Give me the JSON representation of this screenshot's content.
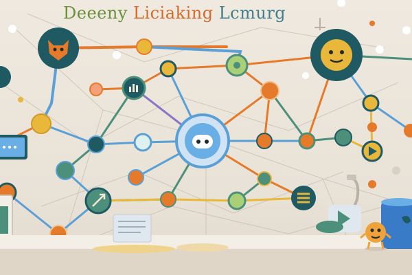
{
  "title": {
    "part1": "Deeeny",
    "part2": " Liciaking",
    "part3": " Lcmurg"
  },
  "colors": {
    "background": "#ece6dc",
    "link_blue": "#5a9fd6",
    "link_orange": "#e57a2a",
    "link_green": "#4c8f7a",
    "link_yellow": "#e9b73a",
    "node_dark": "#1f5a63",
    "node_center": "#6aaee6",
    "accent_purple": "#8a76c9"
  },
  "icons": [
    "robot-face-icon",
    "fox-face-icon",
    "smiley-face-icon",
    "play-icon",
    "menu-lines-icon",
    "arrow-icon",
    "chart-bars-icon"
  ]
}
